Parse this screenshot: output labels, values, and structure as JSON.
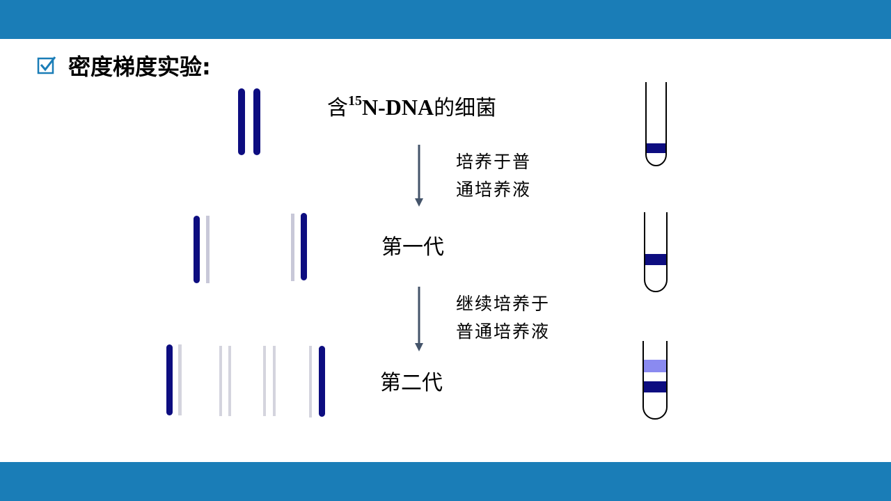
{
  "colors": {
    "header_bar": "#1a7db7",
    "footer_bar": "#1a7db7",
    "heavy_strand": "#0d0d80",
    "light_strand": "#d4d4de",
    "hybrid_band": "#0d0d80",
    "light_band": "#8a8af0",
    "arrow": "#44546a",
    "checkbox": "#1a7db7"
  },
  "header": {
    "checkbox_icon": "checkbox-checked-icon",
    "title": "密度梯度实验:"
  },
  "steps": {
    "parent_label_prefix": "含",
    "parent_label_isotope": "15",
    "parent_label_mid": "N-DNA",
    "parent_label_suffix": "的细菌",
    "arrow1_line1": "培养于普",
    "arrow1_line2": "通培养液",
    "gen1_label": "第一代",
    "arrow2_line1": "继续培养于",
    "arrow2_line2": "普通培养液",
    "gen2_label": "第二代"
  },
  "tubes": [
    {
      "generation": "parent",
      "bands": [
        "heavy"
      ]
    },
    {
      "generation": "first",
      "bands": [
        "hybrid"
      ]
    },
    {
      "generation": "second",
      "bands": [
        "light",
        "hybrid"
      ]
    }
  ]
}
